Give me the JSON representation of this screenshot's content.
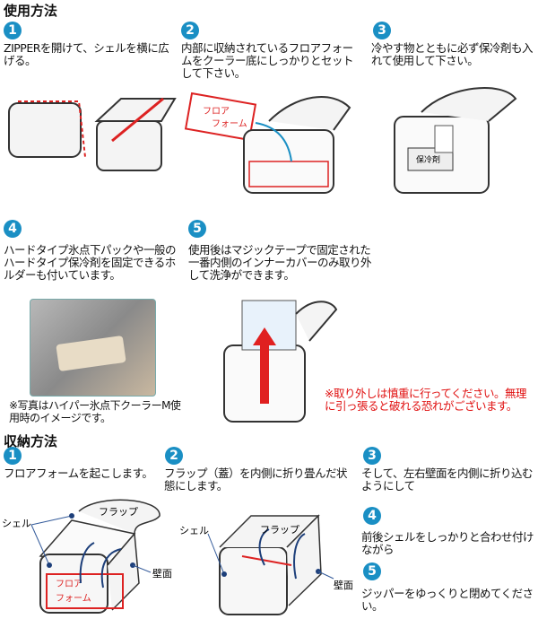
{
  "usage": {
    "title": "使用方法",
    "steps": [
      {
        "num": "1",
        "text": "ZIPPERを開けて、シェルを横に広げる。"
      },
      {
        "num": "2",
        "text": "内部に収納されているフロアフォームをクーラー底にしっかりとセットして下さい。"
      },
      {
        "num": "3",
        "text": "冷やす物とともに必ず保冷剤も入れて使用して下さい。"
      },
      {
        "num": "4",
        "text": "ハードタイプ氷点下パックや一般のハードタイプ保冷剤を固定できるホルダーも付いています。"
      },
      {
        "num": "5",
        "text": "使用後はマジックテープで固定された一番内側のインナーカバーのみ取り外して洗浄ができます。"
      }
    ],
    "labels": {
      "floor_form_1": "フロア",
      "floor_form_2": "フォーム",
      "ice_pack": "保冷剤"
    },
    "photo_note": "※写真はハイパー氷点下クーラーM使用時のイメージです。",
    "warning": "※取り外しは慎重に行ってください。無理に引っ張ると破れる恐れがございます。"
  },
  "storage": {
    "title": "収納方法",
    "steps": [
      {
        "num": "1",
        "text": "フロアフォームを起こします。"
      },
      {
        "num": "2",
        "text": "フラップ（蓋）を内側に折り畳んだ状態にします。"
      },
      {
        "num": "3",
        "text": "そして、左右壁面を内側に折り込むようにして"
      },
      {
        "num": "4",
        "text": "前後シェルをしっかりと合わせ付けながら"
      },
      {
        "num": "5",
        "text": "ジッパーをゆっくりと閉めてください。"
      }
    ],
    "labels": {
      "shell": "シェル",
      "flap": "フラップ",
      "wall": "壁面",
      "floor_form_1": "フロア",
      "floor_form_2": "フォーム"
    }
  },
  "colors": {
    "accent": "#1a8fc4",
    "warning": "#e01010"
  }
}
